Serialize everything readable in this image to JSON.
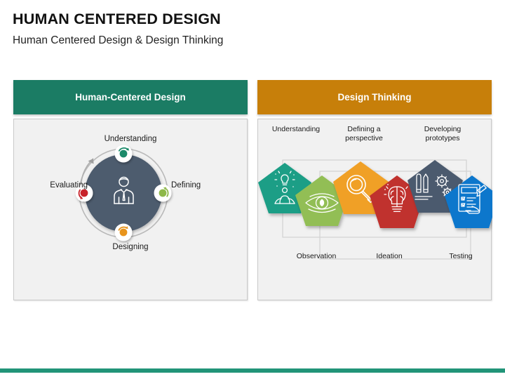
{
  "slide": {
    "title": "HUMAN CENTERED DESIGN",
    "subtitle": "Human Centered Design & Design Thinking"
  },
  "panels": {
    "left": {
      "header": "Human-Centered Design",
      "header_color": "#1B7C64",
      "center_icon": "user-person-icon",
      "circle_color": "#4D5B6E",
      "nodes": [
        {
          "label": "Understanding",
          "color": "#1B8A6B",
          "position": "top"
        },
        {
          "label": "Defining",
          "color": "#8EB849",
          "position": "right"
        },
        {
          "label": "Designing",
          "color": "#E8941E",
          "position": "bottom"
        },
        {
          "label": "Evaluating",
          "color": "#C8232C",
          "position": "left"
        }
      ]
    },
    "right": {
      "header": "Design Thinking",
      "header_color": "#C77F0A",
      "top_labels": [
        "Understanding",
        "Defining a\nperspective",
        "Developing\nprototypes"
      ],
      "bottom_labels": [
        "Observation",
        "Ideation",
        "Testing"
      ],
      "stages": [
        {
          "icon": "meditating-person-lightbulb-icon",
          "color": "#1D9E86"
        },
        {
          "icon": "eye-icon",
          "color": "#92BE55"
        },
        {
          "icon": "magnifying-glass-icon",
          "color": "#F0A028"
        },
        {
          "icon": "brain-lightbulb-icon",
          "color": "#C0332E"
        },
        {
          "icon": "tools-gears-icon",
          "color": "#4C5A6E"
        },
        {
          "icon": "clipboard-checklist-icon",
          "color": "#1177CC"
        }
      ]
    }
  },
  "footer": {
    "accent_color": "#219478"
  }
}
